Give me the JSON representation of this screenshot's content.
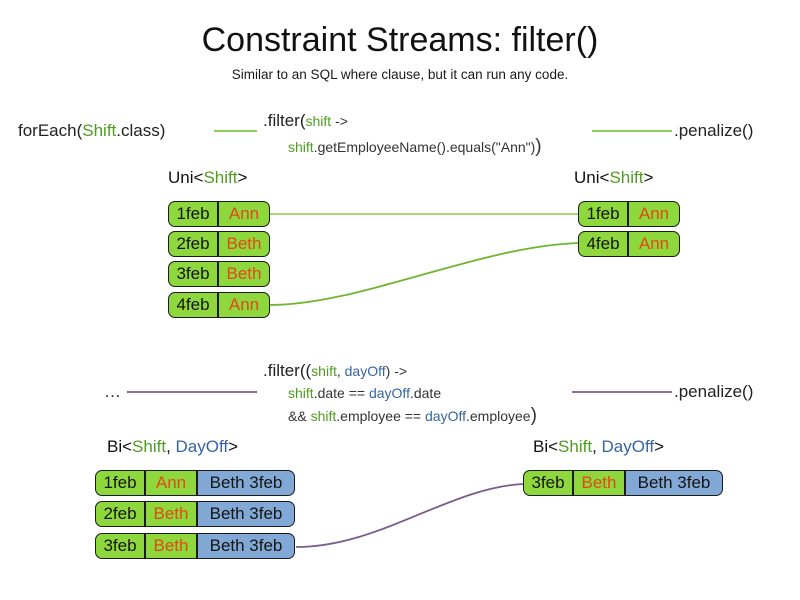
{
  "slide": {
    "title": "Constraint Streams: filter()",
    "subtitle": "Similar to an SQL where clause, but it can run any code."
  },
  "colors": {
    "green_fill": "#8ed73c",
    "blue_fill": "#82a8d6",
    "name_text": "#e04a16",
    "keyword_green": "#4f9c20",
    "keyword_blue": "#3465a4",
    "wire_green": "#7ec63f",
    "wire_purple": "#7d5a8c"
  },
  "row1": {
    "source_label": "forEach(",
    "source_type": "Shift",
    "source_label_end": ".class)",
    "filter_head": ".filter(",
    "filter_param": "shift",
    "filter_arrow": " ->",
    "filter_body_var": "shift",
    "filter_body_rest": ".getEmployeeName().equals(\"Ann\")",
    "filter_close": ")",
    "terminal_label": ".penalize()",
    "input_stream_label_pre": "Uni<",
    "input_stream_label_type": "Shift",
    "input_stream_label_post": ">",
    "output_stream_label_pre": "Uni<",
    "output_stream_label_type": "Shift",
    "output_stream_label_post": ">",
    "input_tuples": [
      {
        "date": "1feb",
        "name": "Ann"
      },
      {
        "date": "2feb",
        "name": "Beth"
      },
      {
        "date": "3feb",
        "name": "Beth"
      },
      {
        "date": "4feb",
        "name": "Ann"
      }
    ],
    "output_tuples": [
      {
        "date": "1feb",
        "name": "Ann"
      },
      {
        "date": "4feb",
        "name": "Ann"
      }
    ]
  },
  "row2": {
    "source_label": "…",
    "filter_head": ".filter((",
    "filter_param_a": "shift",
    "filter_param_sep": ", ",
    "filter_param_b": "dayOff",
    "filter_arrow": ") ->",
    "line2_a": "shift",
    "line2_b": ".date == ",
    "line2_c": "dayOff",
    "line2_d": ".date",
    "line3_a": "&& ",
    "line3_b": "shift",
    "line3_c": ".employee == ",
    "line3_d": "dayOff",
    "line3_e": ".employee",
    "filter_close": ")",
    "terminal_label": ".penalize()",
    "input_stream_label_pre": "Bi<",
    "input_stream_label_type_a": "Shift",
    "input_stream_label_sep": ", ",
    "input_stream_label_type_b": "DayOff",
    "input_stream_label_post": ">",
    "output_stream_label_pre": "Bi<",
    "output_stream_label_type_a": "Shift",
    "output_stream_label_sep": ", ",
    "output_stream_label_type_b": "DayOff",
    "output_stream_label_post": ">",
    "input_tuples": [
      {
        "date": "1feb",
        "name": "Ann",
        "dayoff": "Beth 3feb"
      },
      {
        "date": "2feb",
        "name": "Beth",
        "dayoff": "Beth 3feb"
      },
      {
        "date": "3feb",
        "name": "Beth",
        "dayoff": "Beth 3feb"
      }
    ],
    "output_tuples": [
      {
        "date": "3feb",
        "name": "Beth",
        "dayoff": "Beth 3feb"
      }
    ]
  }
}
